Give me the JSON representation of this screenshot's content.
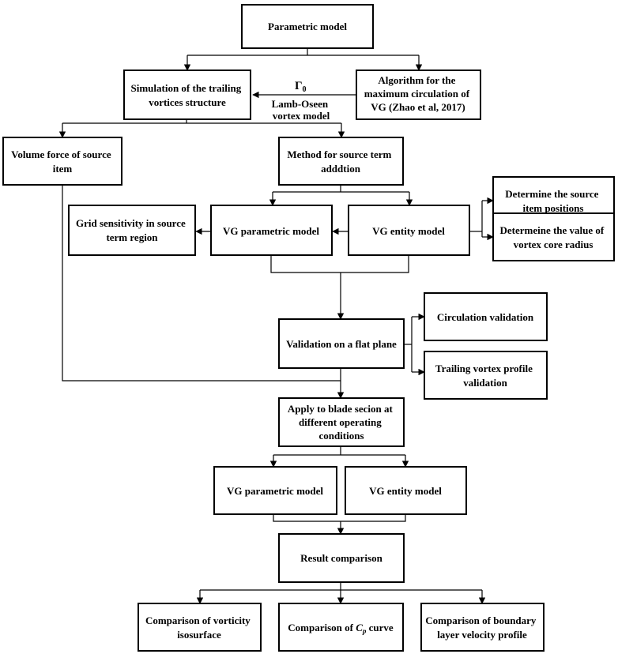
{
  "nodes": {
    "parametric_model": "Parametric model",
    "simulation": [
      "Simulation of the trailing",
      "vortices structure"
    ],
    "algorithm": [
      "Algorithm for the",
      "maximum circulation of",
      "VG (Zhao et al, 2017)"
    ],
    "gamma_label": "Γ",
    "gamma_subscript": "0",
    "lamb_oseen": [
      "Lamb-Oseen",
      "vortex model"
    ],
    "volume_force": [
      "Volume force of source",
      "item"
    ],
    "method_source": [
      "Method for source term",
      "adddtion"
    ],
    "grid_sensitivity": [
      "Grid sensitivity in source",
      "term region"
    ],
    "vg_parametric_1": "VG parametric model",
    "vg_entity_1": "VG entity model",
    "determine_positions": [
      "Determine the source",
      "item positions"
    ],
    "determine_radius": [
      "Determeine the value of",
      "vortex core radius"
    ],
    "validation_flat": "Validation on a flat plane",
    "circulation_validation": "Circulation validation",
    "trailing_profile": [
      "Trailing vortex profile",
      "validation"
    ],
    "apply_blade": [
      "Apply to blade secion at",
      "different operating",
      "conditions"
    ],
    "vg_parametric_2": "VG parametric model",
    "vg_entity_2": "VG entity model",
    "result_comparison": "Result comparison",
    "comp_vorticity": [
      "Comparison of vorticity",
      "isosurface"
    ],
    "comp_cp_prefix": "Comparison of ",
    "comp_cp_var": "C",
    "comp_cp_sub": "p",
    "comp_cp_suffix": " curve",
    "comp_boundary": [
      "Comparison of boundary",
      "layer velocity profile"
    ]
  }
}
